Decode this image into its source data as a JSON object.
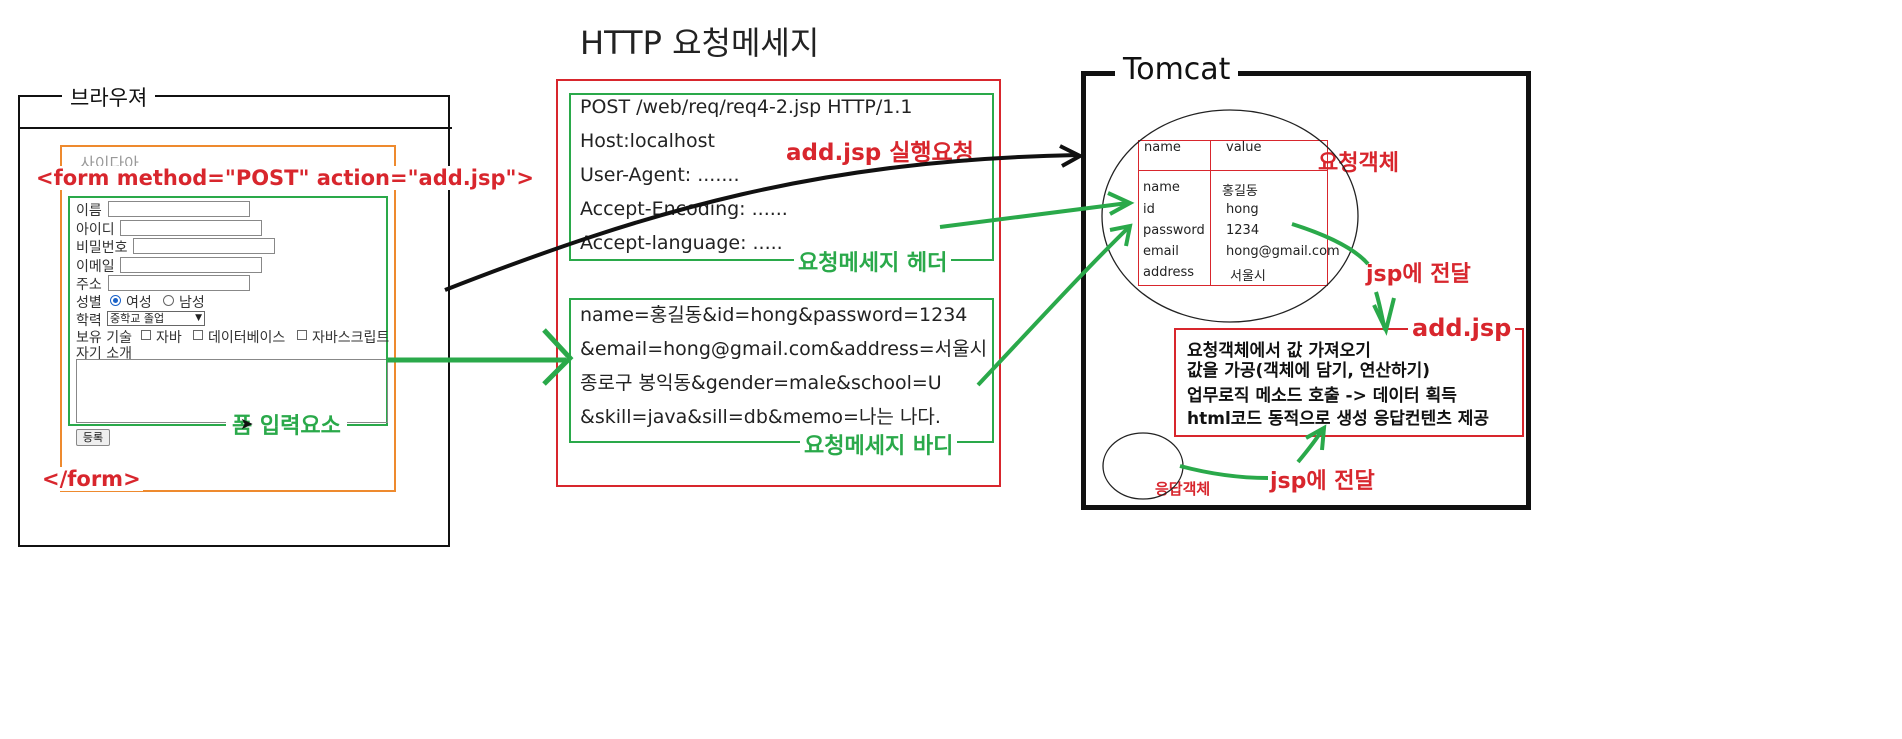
{
  "diagram": {
    "title": "HTTP 요청메세지",
    "browser": {
      "title": "브라우져",
      "partial_heading": "사이다아 ...",
      "form_open": "<form method=\"POST\"  action=\"add.jsp\">",
      "form_close": "</form>",
      "fields": {
        "name": "이름",
        "id": "아이디",
        "password": "비밀번호",
        "email": "이메일",
        "address": "주소",
        "gender": "성별",
        "gender_female": "여성",
        "gender_male": "남성",
        "school": "학력",
        "school_selected": "중학교 졸업",
        "skills": "보유 기술",
        "skill_java": "자바",
        "skill_db": "데이터베이스",
        "skill_js": "자바스크립트",
        "intro": "자기 소개"
      },
      "submit_label": "등록",
      "input_elements_label": "폼 입력요소"
    },
    "request": {
      "header_lines": [
        "POST /web/req/req4-2.jsp HTTP/1.1",
        "Host:localhost",
        "User-Agent: .......",
        "Accept-Encoding: ......",
        "Accept-language: ....."
      ],
      "header_label": "요청메세지 헤더",
      "run_label": "add.jsp 실행요청",
      "body_lines": [
        "name=홍길동&id=hong&password=1234",
        "&email=hong@gmail.com&address=서울시",
        "종로구 봉익동&gender=male&school=U",
        "&skill=java&sill=db&memo=나는 나다."
      ],
      "body_label": "요청메세지 바디"
    },
    "tomcat": {
      "title": "Tomcat",
      "request_object_label": "요청객체",
      "table_header": [
        "name",
        "value"
      ],
      "table_rows": [
        [
          "name",
          "홍길동"
        ],
        [
          "id",
          "hong"
        ],
        [
          "password",
          "1234"
        ],
        [
          "email",
          "hong@gmail.com"
        ],
        [
          "address",
          "서울시"
        ]
      ],
      "deliver_label_1": "jsp에 전달",
      "jsp_box_label": "add.jsp",
      "jsp_steps": [
        "요청객체에서 값 가져오기",
        "값을 가공(객체에 담기, 연산하기)",
        "업무로직 메소드 호출 -> 데이터 획득",
        "html코드 동적으로 생성    응답컨텐츠 제공"
      ],
      "response_object_label": "응답객체",
      "deliver_label_2": "jsp에 전달"
    },
    "colors": {
      "red": "#d8262d",
      "green": "#2aa94a",
      "orange": "#ee8a2e",
      "black": "#111111"
    }
  }
}
